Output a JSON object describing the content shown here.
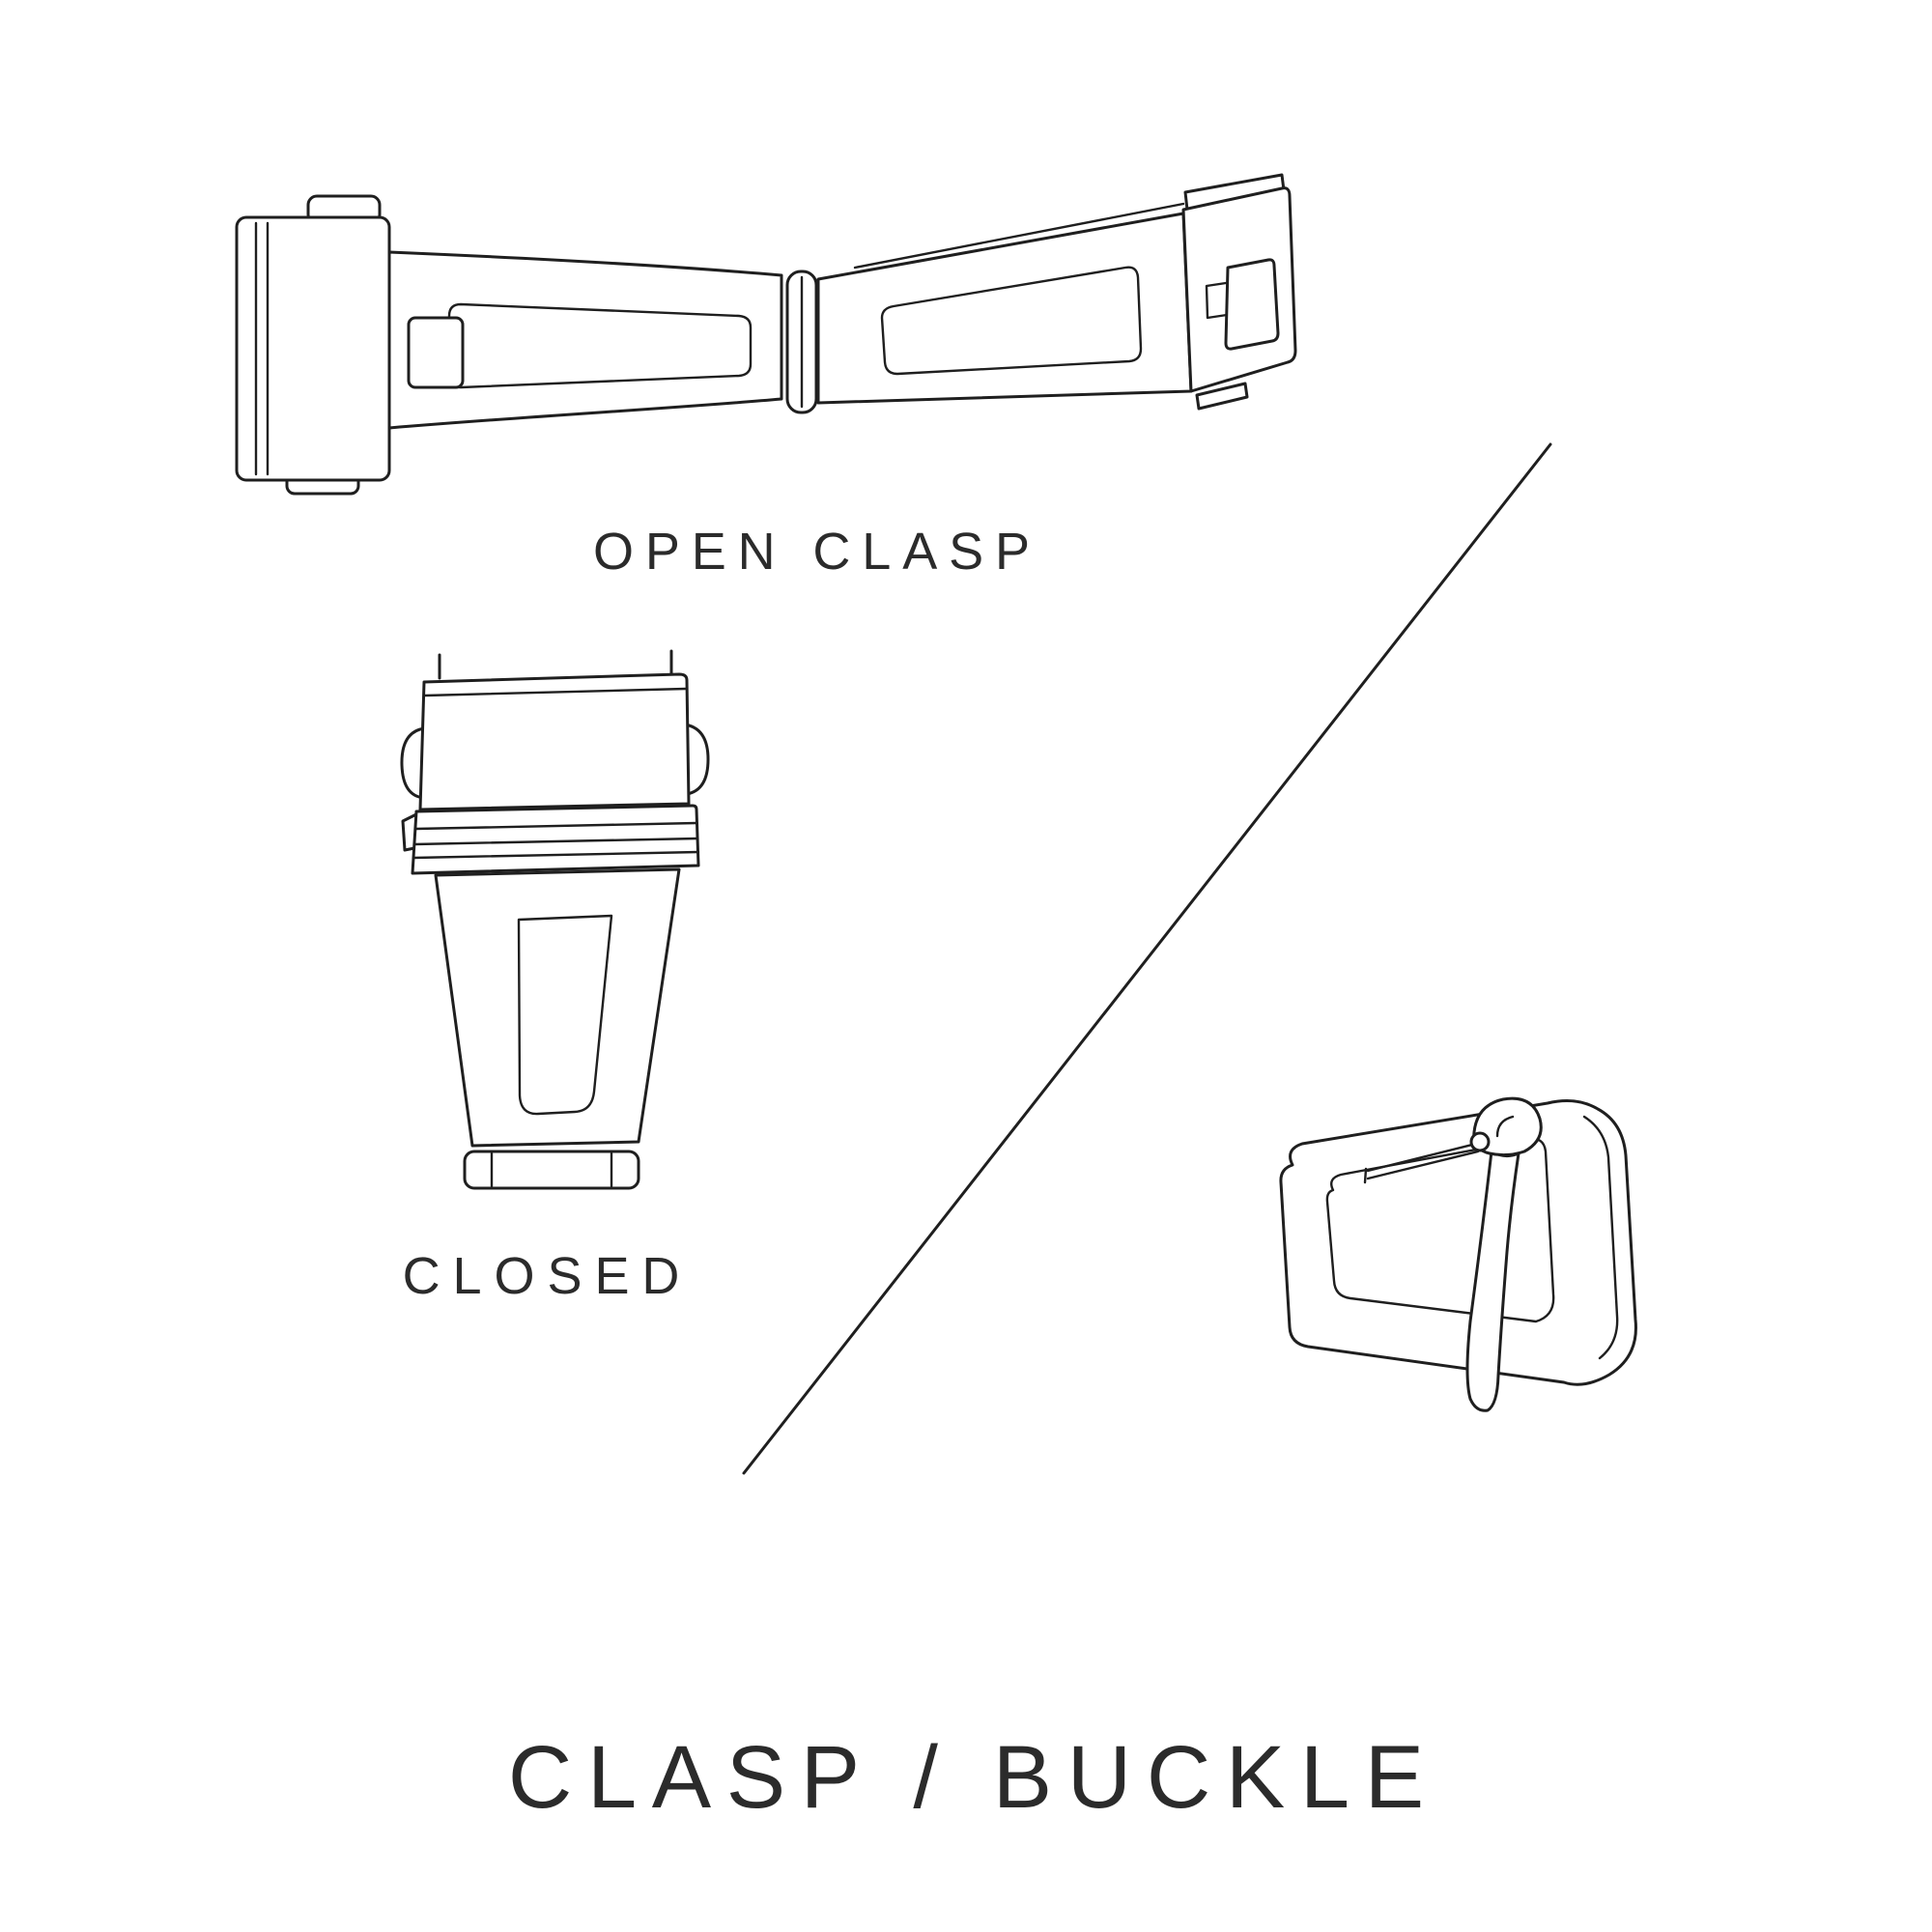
{
  "colors": {
    "line": "#1f1f1f",
    "text": "#2b2b2b",
    "background": "#ffffff"
  },
  "diagram": {
    "title": "CLASP / BUCKLE",
    "figures": [
      {
        "id": "open-clasp-illustration",
        "label": "OPEN CLASP"
      },
      {
        "id": "closed-clasp-illustration",
        "label": "CLOSED"
      },
      {
        "id": "buckle-illustration",
        "label": ""
      }
    ]
  }
}
